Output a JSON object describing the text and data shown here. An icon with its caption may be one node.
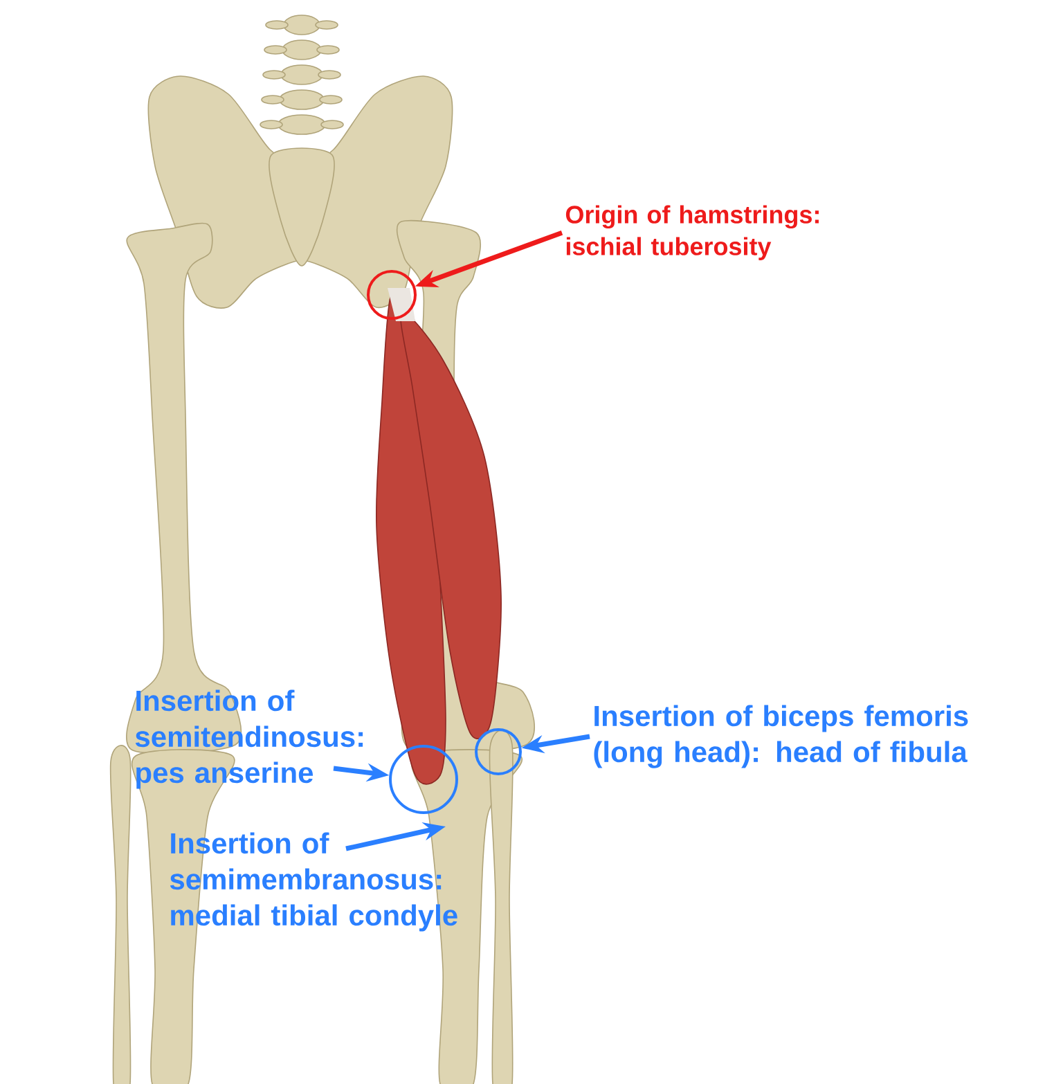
{
  "diagram": {
    "nodes": [
      {
        "text": [
          "Origin of hamstrings: ischial tuberosity"
        ]
      },
      {
        "text": [],
        "shape": "circle"
      },
      {
        "text": [
          "Insertion of semitendinosus: pes anserine"
        ]
      },
      {
        "text": [],
        "shape": "circle"
      },
      {
        "text": [
          "Insertion of semimembranosus: medial tibial condyle"
        ]
      },
      {
        "text": [
          "Insertion of biceps femoris (long head): head of fibula"
        ]
      },
      {
        "text": [],
        "shape": "circle"
      }
    ],
    "edges": [
      {
        "from": 0,
        "to": 1,
        "arrow": "to",
        "color": "#ee1b1b"
      },
      {
        "from": 2,
        "to": 3,
        "arrow": "to"
      },
      {
        "from": 4,
        "to": null,
        "arrow": "to"
      },
      {
        "from": 5,
        "to": 6,
        "arrow": "to"
      }
    ]
  }
}
